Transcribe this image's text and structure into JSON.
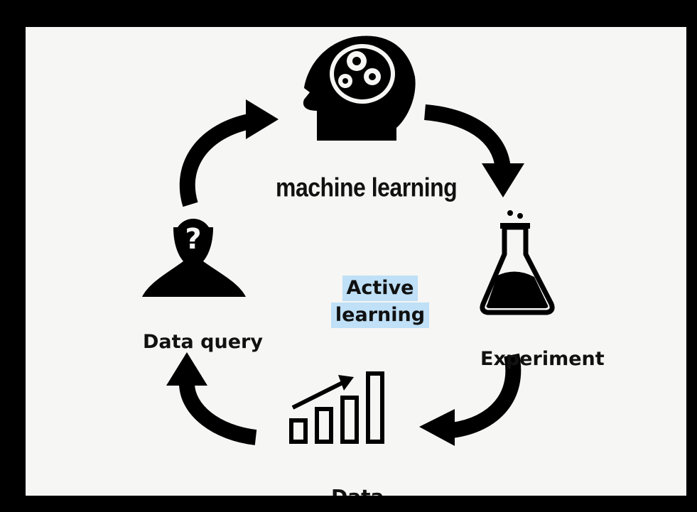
{
  "nodes": {
    "machine_learning": "machine learning",
    "experiment": "Experiment",
    "data_query": "Data query",
    "data": "Data"
  },
  "center": {
    "line1": "Active",
    "line2": "learning"
  },
  "colors": {
    "frame": "#000000",
    "background": "#f6f6f4",
    "ink": "#111111",
    "highlight": "#bfe0f6"
  },
  "icons": [
    "head-gears-icon",
    "flask-icon",
    "bar-chart-growth-icon",
    "person-question-icon"
  ]
}
